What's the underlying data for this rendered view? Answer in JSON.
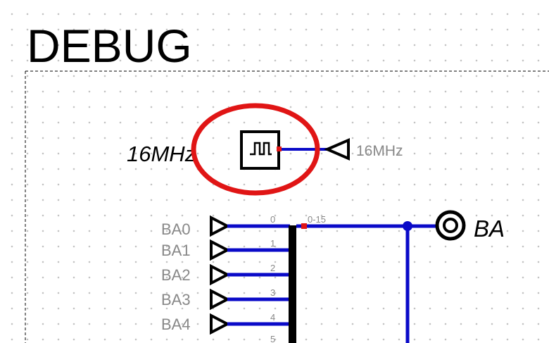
{
  "diagram": {
    "title": "DEBUG",
    "clock": {
      "label": "16MHz",
      "tunnel_label": "16MHz"
    },
    "splitter": {
      "bundle_label": "0-15",
      "bit_labels": [
        "0",
        "1",
        "2",
        "3",
        "4",
        "5"
      ]
    },
    "inputs": [
      {
        "label": "BA0"
      },
      {
        "label": "BA1"
      },
      {
        "label": "BA2"
      },
      {
        "label": "BA3"
      },
      {
        "label": "BA4"
      }
    ],
    "probe": {
      "label": "BA"
    },
    "colors": {
      "wire": "#0a0ac8",
      "highlight": "#e01515",
      "text_gray": "#888888",
      "black": "#000000"
    }
  }
}
